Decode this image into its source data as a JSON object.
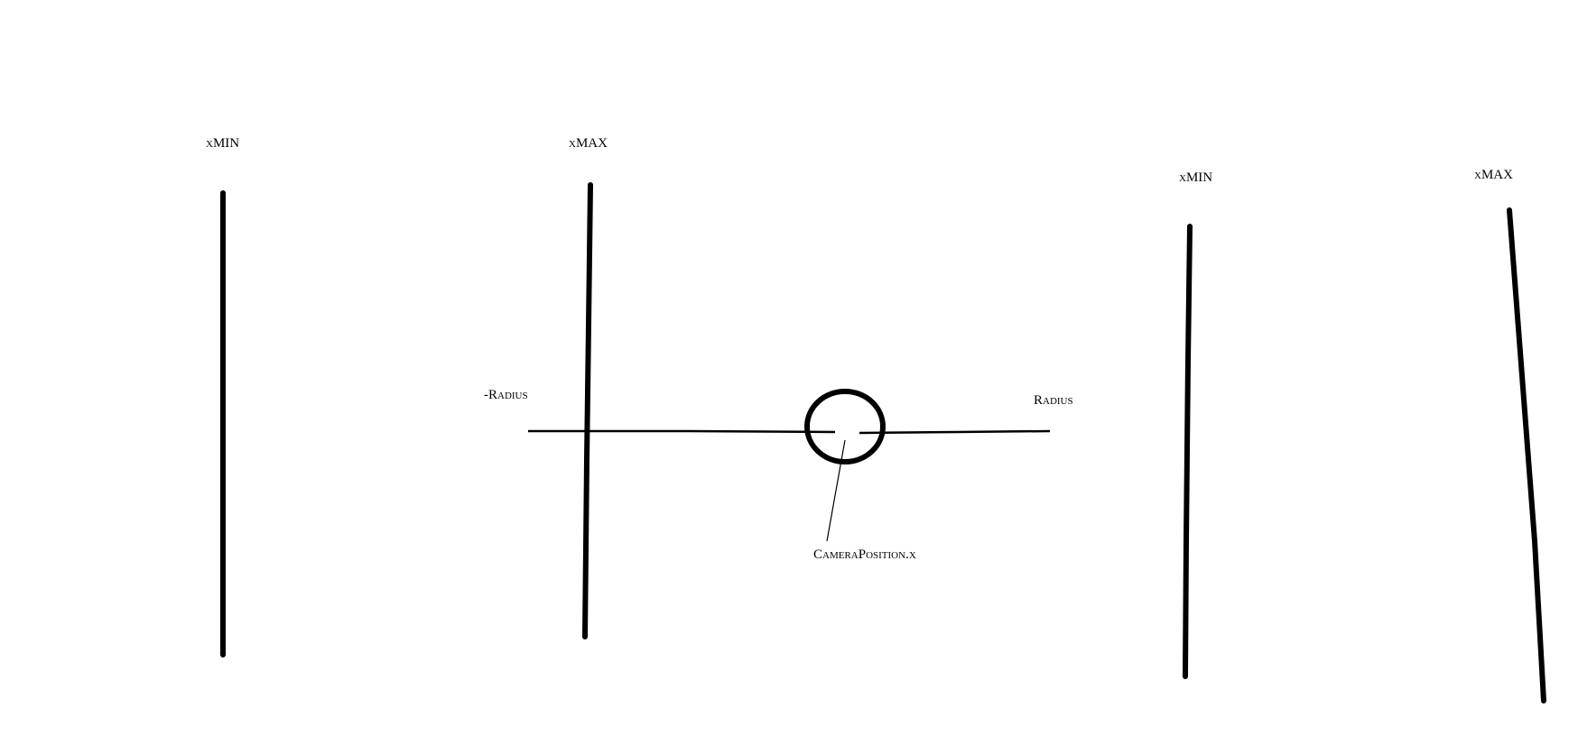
{
  "diagram": {
    "stroke_color": "#000000",
    "background_color": "#ffffff",
    "left_panel": {
      "xmin_label": "xMIN",
      "xmax_label": "xMAX",
      "neg_radius_label": "-Radius",
      "radius_label": "Radius",
      "camera_label": "CameraPosition.x"
    },
    "right_panel": {
      "xmin_label": "xMIN",
      "xmax_label": "xMAX"
    }
  }
}
